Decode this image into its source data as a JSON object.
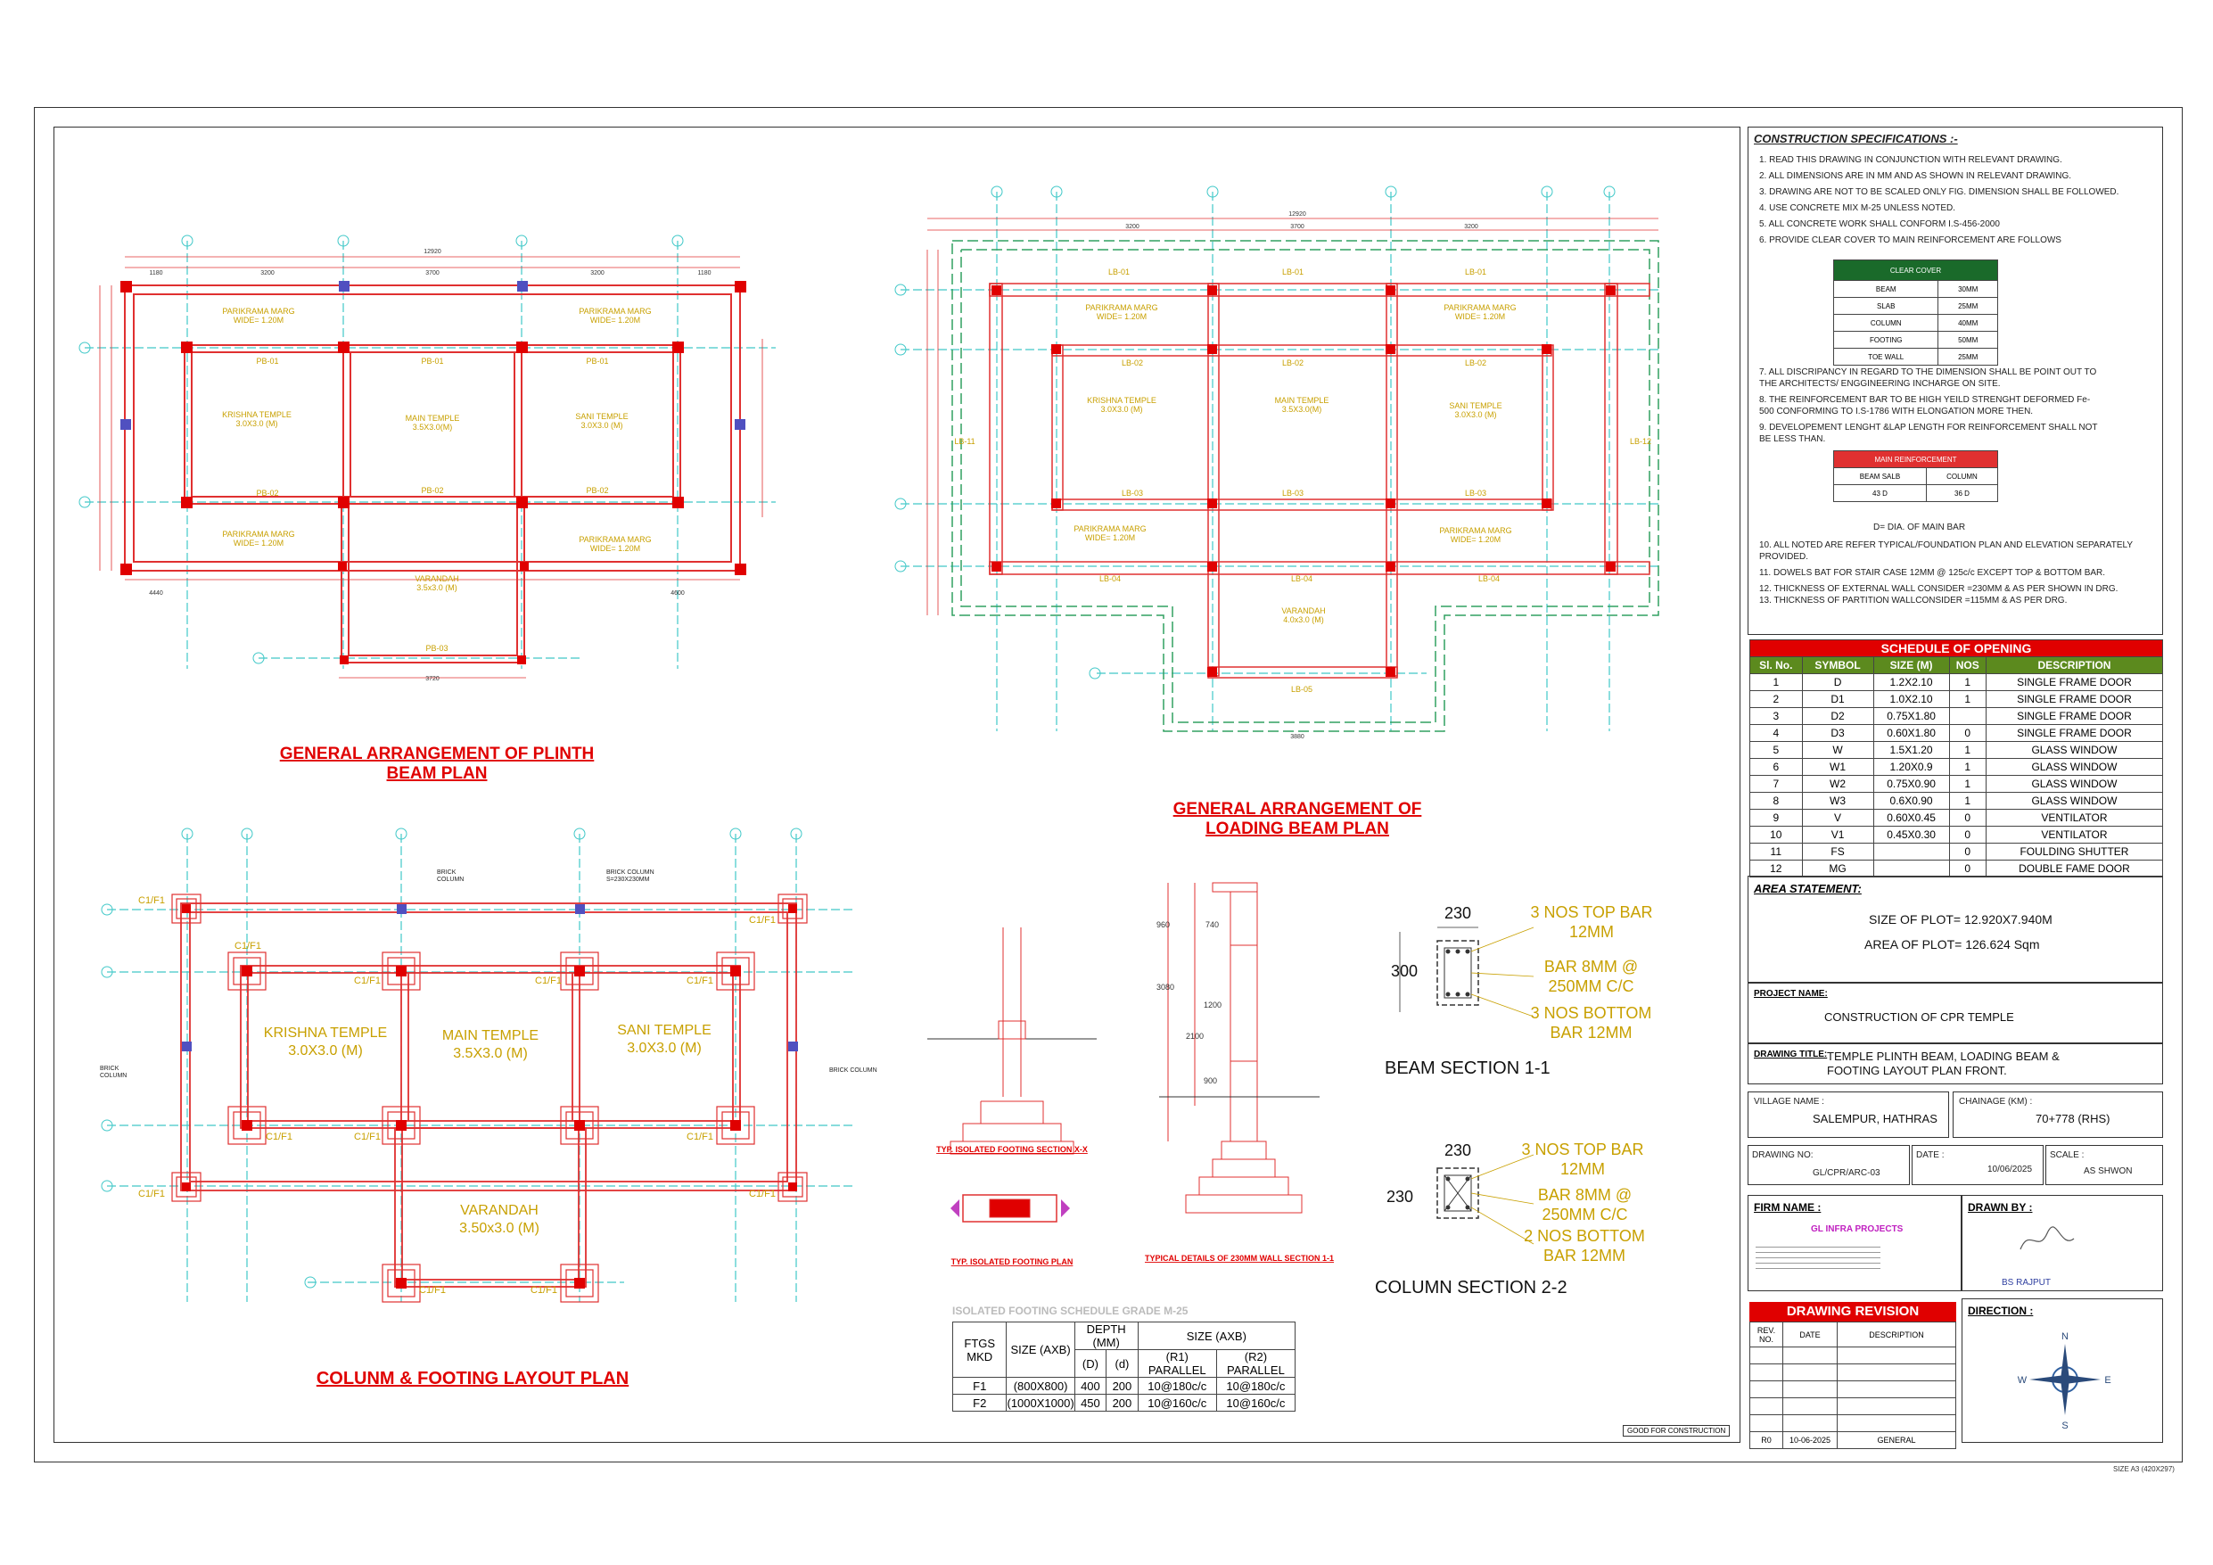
{
  "drawings": {
    "plinth_title_1": "GENERAL ARRANGEMENT OF PLINTH",
    "plinth_title_2": "BEAM PLAN",
    "loading_title_1": "GENERAL ARRANGEMENT OF",
    "loading_title_2": "LOADING BEAM PLAN",
    "column_title": "COLUNM & FOOTING LAYOUT PLAN",
    "beam_section_title": "BEAM SECTION 1-1",
    "column_section_title": "COLUMN SECTION 2-2",
    "typ_footing_x": "TYP. ISOLATED FOOTING SECTION X-X",
    "typ_footing_plan": "TYP. ISOLATED FOOTING PLAN",
    "typ_wall": "TYPICAL DETAILS OF 230MM WALL SECTION 1-1",
    "good_for_construction": "GOOD FOR CONSTRUCTION",
    "size_note": "SIZE A3 (420X297)"
  },
  "rooms": {
    "krishna": "KRISHNA TEMPLE",
    "krishna_size": "3.0X3.0 (M)",
    "main": "MAIN TEMPLE",
    "main_size": "3.5X3.0 (M)",
    "sani": "SANI TEMPLE",
    "sani_size": "3.0X3.0 (M)",
    "varandah": "VARANDAH",
    "varandah_size": "3.50x3.0 (M)",
    "parikrama": "PARIKRAMA MARG",
    "parikrama_w": "WIDE= 1.20M"
  },
  "beam_section": {
    "width": "230",
    "depth": "300",
    "top": "3 NOS TOP BAR 12MM",
    "stirrup": "BAR 8MM @ 250MM C/C",
    "bottom": "3 NOS BOTTOM BAR 12MM"
  },
  "column_section": {
    "width": "230",
    "depth": "230",
    "top": "3 NOS TOP BAR 12MM",
    "stirrup": "BAR 8MM @ 250MM C/C",
    "bottom": "2 NOS BOTTOM BAR 12MM"
  },
  "footing_schedule": {
    "title": "ISOLATED FOOTING SCHEDULE GRADE M-25",
    "headers": [
      "FTGS MKD",
      "SIZE (AXB)",
      "DEPTH (MM)",
      "SIZE (AXB)"
    ],
    "sub": [
      "(D)",
      "(d)",
      "(R1) PARALLEL",
      "(R2) PARALLEL"
    ],
    "rows": [
      [
        "F1",
        "(800X800)",
        "400",
        "200",
        "10@180c/c",
        "10@180c/c"
      ],
      [
        "F2",
        "(1000X1000)",
        "450",
        "200",
        "10@160c/c",
        "10@160c/c"
      ]
    ]
  },
  "specs": {
    "title": "CONSTRUCTION SPECIFICATIONS :-",
    "items": [
      "1.  READ THIS DRAWING IN CONJUNCTION WITH RELEVANT DRAWING.",
      "2.  ALL DIMENSIONS ARE IN MM AND AS SHOWN IN RELEVANT DRAWING.",
      "3.  DRAWING ARE NOT TO BE SCALED ONLY FIG. DIMENSION SHALL BE FOLLOWED.",
      "4.  USE CONCRETE MIX M-25 UNLESS NOTED.",
      "5.  ALL CONCRETE WORK SHALL CONFORM I.S-456-2000",
      "6.  PROVIDE CLEAR COVER TO MAIN REINFORCEMENT ARE FOLLOWS"
    ],
    "cover_title": "CLEAR COVER",
    "cover": [
      [
        "BEAM",
        "30MM"
      ],
      [
        "SLAB",
        "25MM"
      ],
      [
        "COLUMN",
        "40MM"
      ],
      [
        "FOOTING",
        "50MM"
      ],
      [
        "TOE WALL",
        "25MM"
      ]
    ],
    "items2": [
      "7.  ALL DISCRIPANCY IN REGARD TO THE DIMENSION SHALL BE POINT OUT TO THE ARCHITECTS/ ENGGINEERING INCHARGE ON SITE.",
      "8.  THE REINFORCEMENT BAR TO BE HIGH YEILD STRENGHT DEFORMED Fe-500 CONFORMING TO I.S-1786 WITH ELONGATION MORE THEN.",
      "9.  DEVELOPEMENT LENGHT &LAP LENGTH FOR REINFORCEMENT SHALL NOT BE LESS THAN."
    ],
    "main_title": "MAIN REINFORCEMENT",
    "main_head": [
      "BEAM SALB",
      "COLUMN"
    ],
    "main_vals": [
      "43 D",
      "36 D"
    ],
    "dia_note": "D= DIA. OF MAIN BAR",
    "items3": [
      "10. ALL NOTED ARE REFER TYPICAL/FOUNDATION PLAN AND ELEVATION SEPARATELY PROVIDED.",
      "11. DOWELS BAT FOR STAIR CASE 12MM @ 125c/c EXCEPT TOP & BOTTOM BAR.",
      "12. THICKNESS OF EXTERNAL WALL CONSIDER =230MM & AS PER SHOWN IN DRG.",
      "13. THICKNESS OF PARTITION WALLCONSIDER =115MM & AS PER DRG."
    ]
  },
  "opening": {
    "title": "SCHEDULE OF OPENING",
    "headers": [
      "Sl. No.",
      "SYMBOL",
      "SIZE (M)",
      "NOS",
      "DESCRIPTION"
    ],
    "rows": [
      [
        "1",
        "D",
        "1.2X2.10",
        "1",
        "SINGLE FRAME DOOR"
      ],
      [
        "2",
        "D1",
        "1.0X2.10",
        "1",
        "SINGLE FRAME DOOR"
      ],
      [
        "3",
        "D2",
        "0.75X1.80",
        "",
        "SINGLE FRAME DOOR"
      ],
      [
        "4",
        "D3",
        "0.60X1.80",
        "0",
        "SINGLE FRAME DOOR"
      ],
      [
        "5",
        "W",
        "1.5X1.20",
        "1",
        "GLASS WINDOW"
      ],
      [
        "6",
        "W1",
        "1.20X0.9",
        "1",
        "GLASS WINDOW"
      ],
      [
        "7",
        "W2",
        "0.75X0.90",
        "1",
        "GLASS WINDOW"
      ],
      [
        "8",
        "W3",
        "0.6X0.90",
        "1",
        "GLASS WINDOW"
      ],
      [
        "9",
        "V",
        "0.60X0.45",
        "0",
        "VENTILATOR"
      ],
      [
        "10",
        "V1",
        "0.45X0.30",
        "0",
        "VENTILATOR"
      ],
      [
        "11",
        "FS",
        "",
        "0",
        "FOULDING SHUTTER"
      ],
      [
        "12",
        "MG",
        "",
        "0",
        "DOUBLE FAME DOOR"
      ]
    ]
  },
  "area": {
    "label": "AREA STATEMENT:",
    "plot": "SIZE OF PLOT= 12.920X7.940M",
    "area": "AREA OF PLOT= 126.624 Sqm"
  },
  "project": {
    "label": "PROJECT NAME:",
    "name": "CONSTRUCTION OF CPR TEMPLE",
    "title_label": "DRAWING TITLE:",
    "title": "TEMPLE PLINTH BEAM, LOADING BEAM & FOOTING LAYOUT PLAN FRONT.",
    "village_label": "VILLAGE NAME :",
    "village": "SALEMPUR, HATHRAS",
    "chainage_label": "CHAINAGE (KM) :",
    "chainage": "70+778 (RHS)",
    "drawing_no_label": "DRAWING NO:",
    "drawing_no": "GL/CPR/ARC-03",
    "date_label": "DATE :",
    "date": "10/06/2025",
    "scale_label": "SCALE :",
    "scale": "AS SHWON",
    "firm_label": "FIRM NAME :",
    "firm": "GL INFRA PROJECTS",
    "drawn_label": "DRAWN BY :",
    "drawn": "BS RAJPUT",
    "revision_title": "DRAWING REVISION",
    "rev_headers": [
      "REV. NO.",
      "DATE",
      "DESCRIPTION"
    ],
    "rev_row": [
      "R0",
      "10-06-2025",
      "GENERAL"
    ],
    "direction_label": "DIRECTION :",
    "compass": [
      "N",
      "E",
      "S",
      "W"
    ]
  }
}
